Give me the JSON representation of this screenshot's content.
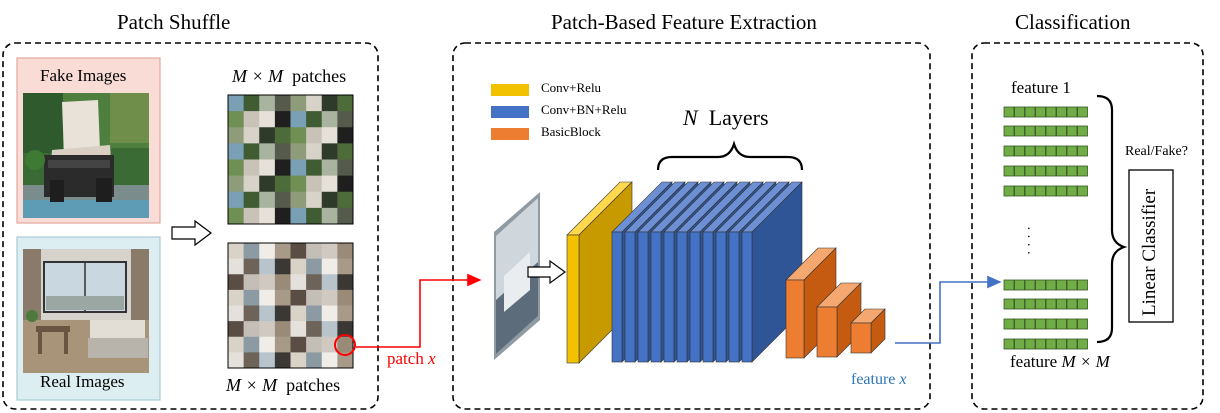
{
  "panels": {
    "shuffle": "Patch Shuffle",
    "extraction": "Patch-Based Feature Extraction",
    "classification": "Classification"
  },
  "images": {
    "fake_label": "Fake Images",
    "real_label": "Real Images"
  },
  "patches": {
    "top_label_math": "M × M",
    "top_label_word": "patches",
    "bottom_label_math": "M × M",
    "bottom_label_word": "patches",
    "patch_label_word": "patch",
    "patch_label_var": "x"
  },
  "legend": [
    {
      "label": "Conv+Relu",
      "color": "#f2c200"
    },
    {
      "label": "Conv+BN+Relu",
      "color": "#4472c4"
    },
    {
      "label": "BasicBlock",
      "color": "#ed7d31"
    }
  ],
  "layers": {
    "var": "N",
    "word": "Layers"
  },
  "feature_out": {
    "word": "feature",
    "var": "x"
  },
  "classifier": {
    "feature_first": "feature 1",
    "feature_last_word": "feature",
    "feature_last_math": "M × M",
    "dots": "· · · ·",
    "question": "Real/Fake?",
    "linear": "Linear  Classifier"
  },
  "colors": {
    "fake_bg": "#f9dcd6",
    "real_bg": "#ddeef2",
    "arrow_red": "#ff0000",
    "arrow_blue": "#4472c4",
    "feature_green": "#70ad47",
    "feature_text_blue": "#2e75b6"
  }
}
